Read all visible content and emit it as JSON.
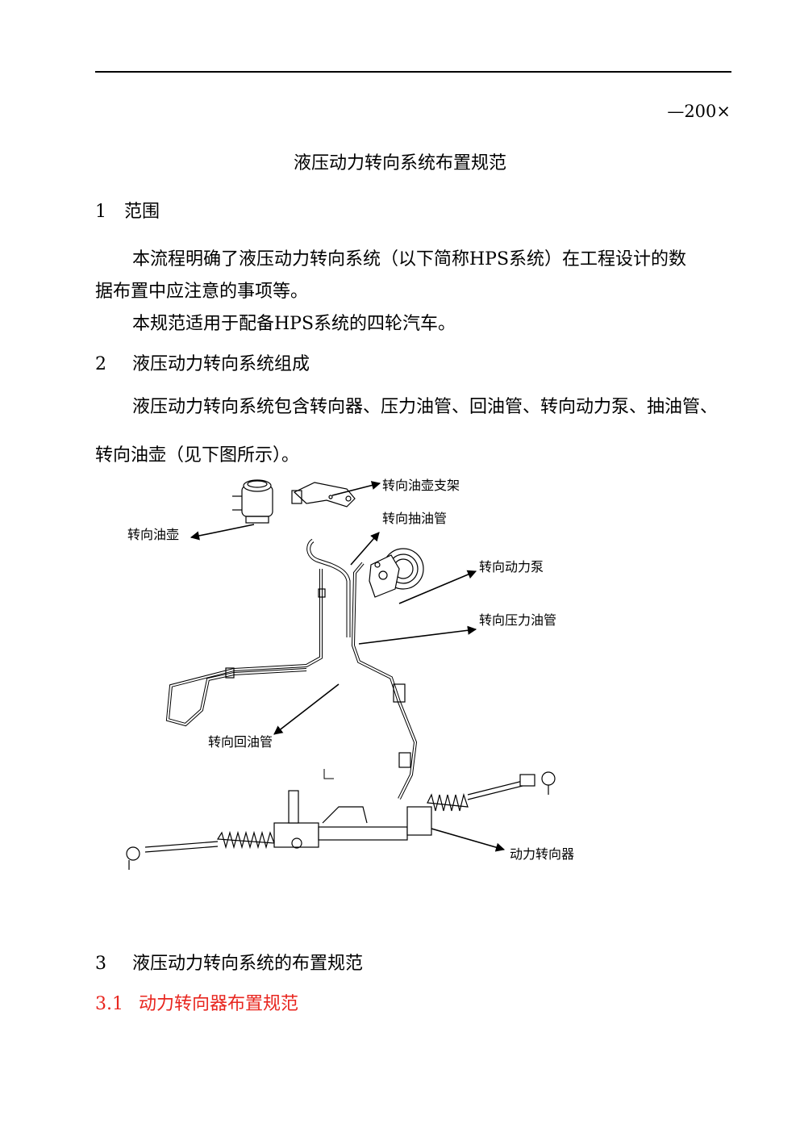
{
  "header": {
    "doc_number": "—200×"
  },
  "document_title": "液压动力转向系统布置规范",
  "sections": {
    "s1_num": "1",
    "s1_title": "范围",
    "s1_p1_line1": "本流程明确了液压动力转向系统（以下简称HPS系统）在工程设计的数",
    "s1_p1_line2": "据布置中应注意的事项等。",
    "s1_p2": "本规范适用于配备HPS系统的四轮汽车。",
    "s2_num": "2",
    "s2_title": "液压动力转向系统组成",
    "s2_p1_line1": "液压动力转向系统包含转向器、压力油管、回油管、转向动力泵、抽油管、",
    "s2_p1_line2": "转向油壶（见下图所示）。",
    "s3_num": "3",
    "s3_title": "液压动力转向系统的布置规范",
    "s31_num": "3.1",
    "s31_title": "动力转向器布置规范"
  },
  "diagram": {
    "labels": {
      "reservoir_bracket": "转向油壶支架",
      "suction_hose": "转向抽油管",
      "reservoir": "转向油壶",
      "power_pump": "转向动力泵",
      "pressure_hose": "转向压力油管",
      "return_hose": "转向回油管",
      "steering_gear": "动力转向器"
    }
  }
}
